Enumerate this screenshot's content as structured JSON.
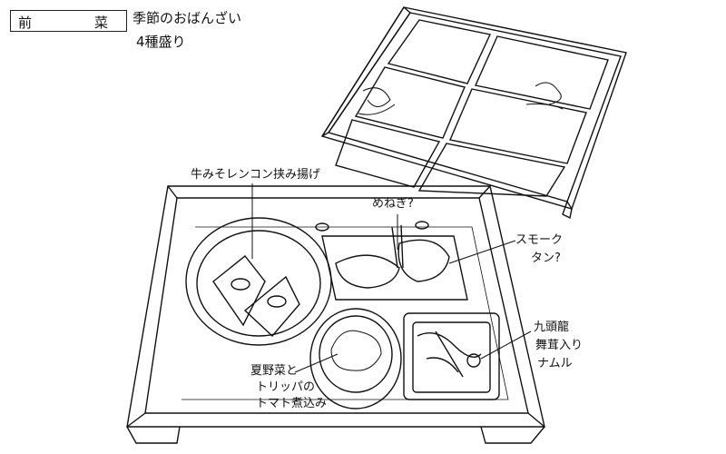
{
  "header": {
    "course_first": "前",
    "course_second": "菜",
    "description_line1": "季節のおばんざい",
    "description_line2": "4種盛り"
  },
  "annotations": {
    "lotus_root": "牛みそレンコン挟み揚げ",
    "green_onion": "めねぎ?",
    "smoked_tongue_line1": "スモーク",
    "smoked_tongue_line2": "タン?",
    "namul_line1": "九頭龍",
    "namul_line2": "舞茸入り",
    "namul_line3": "ナムル",
    "tripe_line1": "夏野菜と",
    "tripe_line2": "トリッパの",
    "tripe_line3": "トマト煮込み"
  }
}
